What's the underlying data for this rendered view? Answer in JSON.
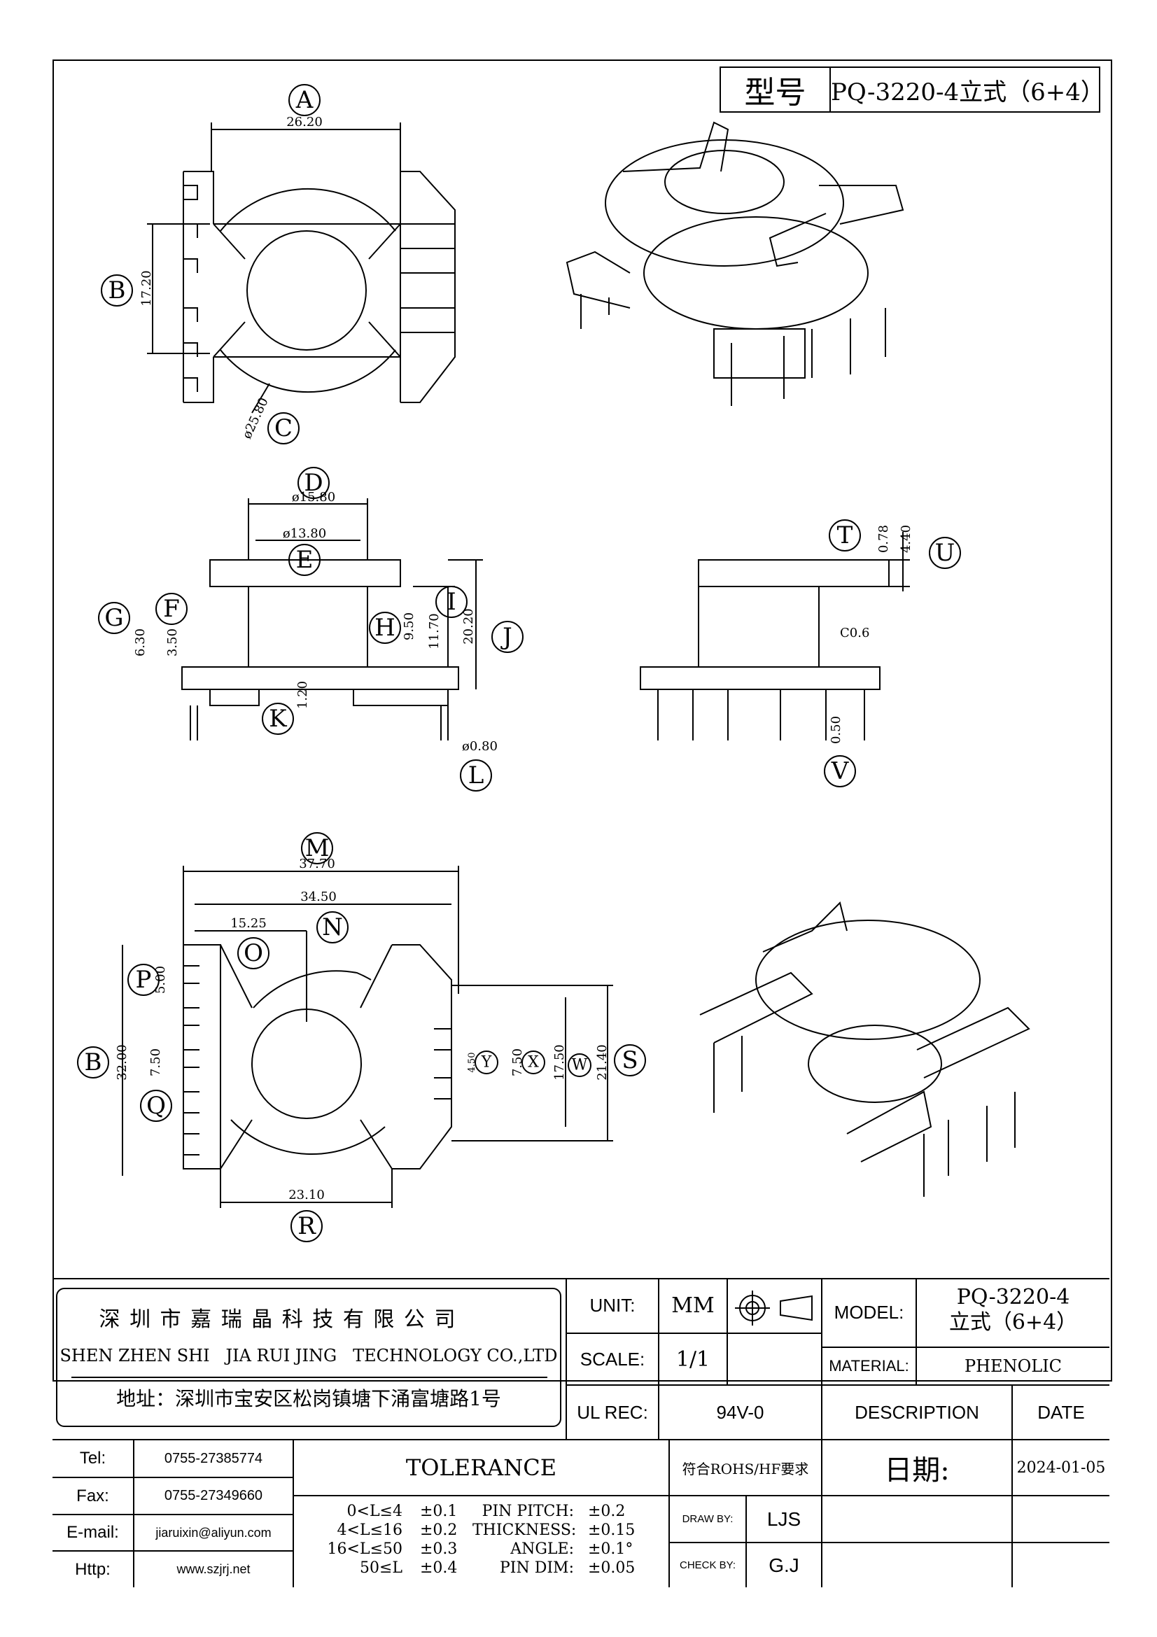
{
  "header": {
    "type_label": "型号",
    "model": "PQ-3220-4立式（6+4）"
  },
  "views": {
    "top_view": {
      "letters": {
        "A": "A",
        "B": "B",
        "C": "C"
      },
      "dims": {
        "A": "26.20",
        "B": "17.20",
        "C": "ø25.80"
      }
    },
    "front_view": {
      "letters": {
        "D": "D",
        "E": "E",
        "F": "F",
        "G": "G",
        "H": "H",
        "I": "I",
        "J": "J",
        "K": "K",
        "L": "L"
      },
      "dims": {
        "D": "ø15.80",
        "E": "ø13.80",
        "F": "3.50",
        "G": "6.30",
        "H": "9.50",
        "I": "11.70",
        "J": "20.20",
        "K": "1.20",
        "L": "ø0.80"
      }
    },
    "side_view": {
      "letters": {
        "T": "T",
        "U": "U",
        "V": "V"
      },
      "dims": {
        "T": "0.78",
        "U": "4.40",
        "V": "0.50",
        "chamfer": "C0.6"
      }
    },
    "bottom_view": {
      "letters": {
        "M": "M",
        "N": "N",
        "O": "O",
        "P": "P",
        "B": "B",
        "Q": "Q",
        "R": "R",
        "S": "S",
        "W": "W",
        "X": "X",
        "Y": "Y"
      },
      "dims": {
        "M": "37.70",
        "N": "34.50",
        "O": "15.25",
        "P": "5.00",
        "B": "32.00",
        "Q": "7.50",
        "R": "23.10",
        "S": "21.40",
        "W": "17.50",
        "X": "7.50",
        "Y": "4.50"
      }
    }
  },
  "company": {
    "name_cn": "深 圳 市 嘉 瑞 晶 科 技 有 限 公 司",
    "name_en": "SHEN ZHEN SHI   JIA RUI JING   TECHNOLOGY CO.,LTD",
    "address": "地址：深圳市宝安区松岗镇塘下涌富塘路1号"
  },
  "specs": {
    "unit_label": "UNIT:",
    "unit": "MM",
    "scale_label": "SCALE:",
    "scale": "1/1",
    "ul_label": "UL REC:",
    "ul": "94V-0",
    "model_label": "MODEL:",
    "model_line1": "PQ-3220-4",
    "model_line2": "立式（6+4）",
    "material_label": "MATERIAL:",
    "material": "PHENOLIC",
    "description_label": "DESCRIPTION",
    "date_label": "DATE"
  },
  "contacts": [
    {
      "label": "Tel:",
      "value": "0755-27385774"
    },
    {
      "label": "Fax:",
      "value": "0755-27349660"
    },
    {
      "label": "E-mail:",
      "value": "jiaruixin@aliyun.com"
    },
    {
      "label": "Http:",
      "value": "www.szjrj.net"
    }
  ],
  "tolerance": {
    "title": "TOLERANCE",
    "ranges": [
      {
        "range": "0<L≤4",
        "tol": "±0.1"
      },
      {
        "range": "4<L≤16",
        "tol": "±0.2"
      },
      {
        "range": "16<L≤50",
        "tol": "±0.3"
      },
      {
        "range": "50≤L",
        "tol": "±0.4"
      }
    ],
    "pins": [
      {
        "name": "PIN PITCH:",
        "tol": "±0.2"
      },
      {
        "name": "THICKNESS:",
        "tol": "±0.15"
      },
      {
        "name": "ANGLE:",
        "tol": "±0.1°"
      },
      {
        "name": "PIN DIM:",
        "tol": "±0.05"
      }
    ]
  },
  "approval": {
    "rohs": "符合ROHS/HF要求",
    "date_label": "日期:",
    "date": "2024-01-05",
    "draw_label": "DRAW BY:",
    "draw": "LJS",
    "check_label": "CHECK BY:",
    "check": "G.J"
  }
}
